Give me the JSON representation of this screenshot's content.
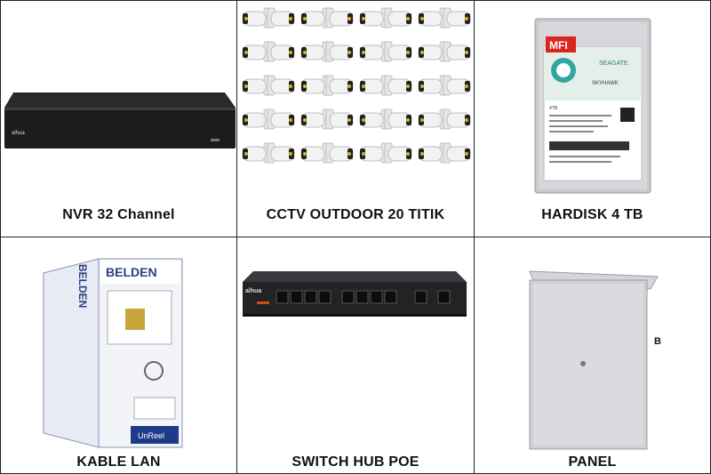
{
  "products": [
    {
      "id": "nvr",
      "label": "NVR 32 Channel"
    },
    {
      "id": "cctv",
      "label": "CCTV OUTDOOR 20 TITIK"
    },
    {
      "id": "hdd",
      "label": "HARDISK 4 TB"
    },
    {
      "id": "cable",
      "label": "KABLE LAN"
    },
    {
      "id": "switch",
      "label": "SWITCH HUB POE"
    },
    {
      "id": "panel",
      "label": "PANEL"
    }
  ],
  "brands": {
    "nvr": "alhua",
    "hdd_sticker": "MFI",
    "hdd_brand": "SEAGATE",
    "hdd_model": "SKYHAWK",
    "hdd_capacity": "4TB",
    "cable_brand": "BELDEN",
    "cable_side": "BELDEN",
    "cable_box": "UnReel",
    "switch": "alhua",
    "panel_mark": "B"
  },
  "icons": [
    "nvr-image",
    "cctv-camera-grid",
    "hard-drive-image",
    "cable-box-image",
    "poe-switch-image",
    "electrical-panel-image"
  ]
}
